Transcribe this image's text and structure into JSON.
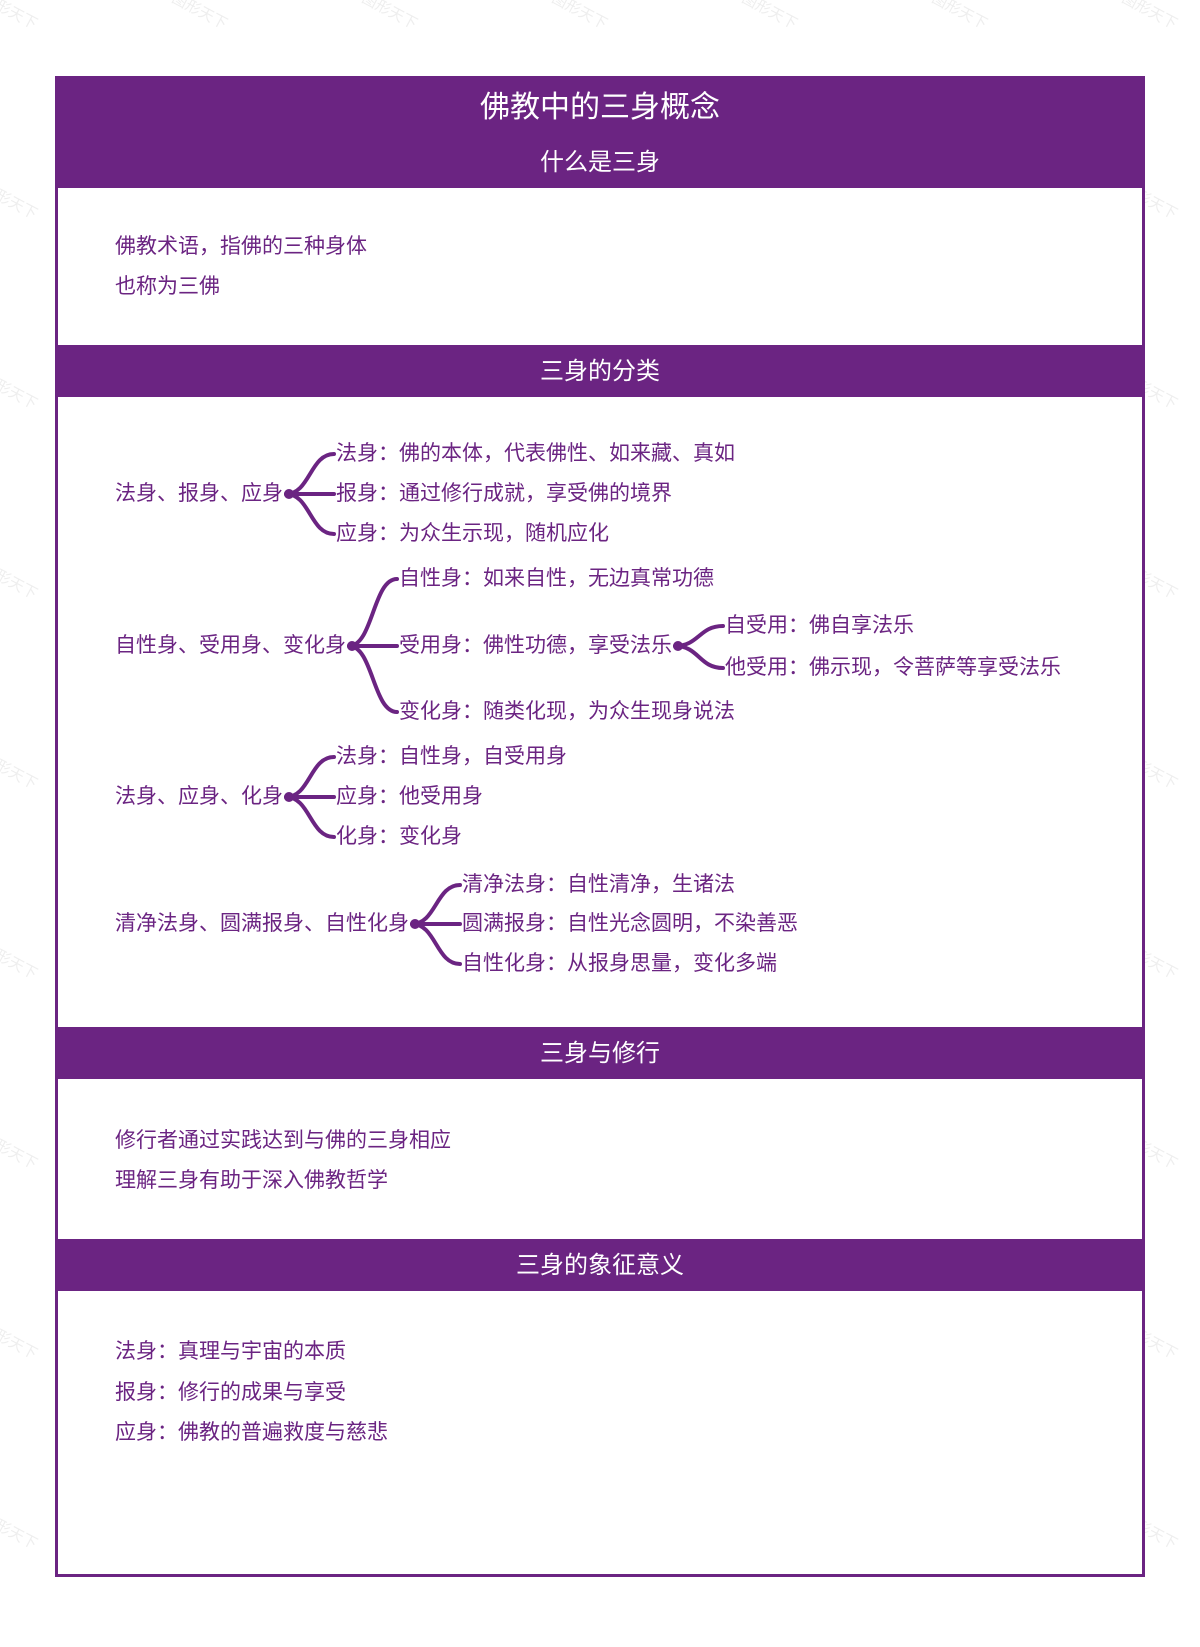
{
  "title": "佛教中的三身概念",
  "watermark": "图形天下",
  "colors": {
    "accent": "#6b2482",
    "background": "#ffffff",
    "bar_text": "#ffffff"
  },
  "sections": {
    "what": {
      "title": "什么是三身",
      "items": [
        "佛教术语，指佛的三种身体",
        "也称为三佛"
      ]
    },
    "classification": {
      "title": "三身的分类",
      "groups": [
        {
          "label": "法身、报身、应身",
          "children": [
            {
              "label": "法身：佛的本体，代表佛性、如来藏、真如"
            },
            {
              "label": "报身：通过修行成就，享受佛的境界"
            },
            {
              "label": "应身：为众生示现，随机应化"
            }
          ]
        },
        {
          "label": "自性身、受用身、变化身",
          "children": [
            {
              "label": "自性身：如来自性，无边真常功德"
            },
            {
              "label": "受用身：佛性功德，享受法乐",
              "children": [
                {
                  "label": "自受用：佛自享法乐"
                },
                {
                  "label": "他受用：佛示现，令菩萨等享受法乐"
                }
              ]
            },
            {
              "label": "变化身：随类化现，为众生现身说法"
            }
          ]
        },
        {
          "label": "法身、应身、化身",
          "children": [
            {
              "label": "法身：自性身，自受用身"
            },
            {
              "label": "应身：他受用身"
            },
            {
              "label": "化身：变化身"
            }
          ]
        },
        {
          "label": "清净法身、圆满报身、自性化身",
          "children": [
            {
              "label": "清净法身：自性清净，生诸法"
            },
            {
              "label": "圆满报身：自性光念圆明，不染善恶"
            },
            {
              "label": "自性化身：从报身思量，变化多端"
            }
          ]
        }
      ]
    },
    "practice": {
      "title": "三身与修行",
      "items": [
        "修行者通过实践达到与佛的三身相应",
        "理解三身有助于深入佛教哲学"
      ]
    },
    "symbolism": {
      "title": "三身的象征意义",
      "items": [
        "法身：真理与宇宙的本质",
        "报身：修行的成果与享受",
        "应身：佛教的普遍救度与慈悲"
      ]
    }
  }
}
